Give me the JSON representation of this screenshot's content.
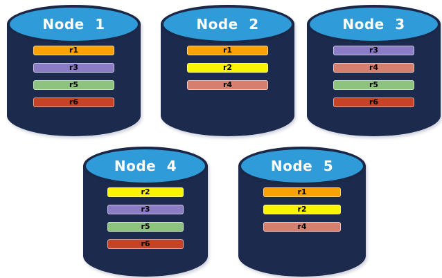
{
  "diagram": {
    "type": "database-cluster-replica-placement",
    "colors": {
      "background": "#FFFFFF",
      "cylinder_body": "#1C2A4D",
      "cylinder_top": "#2F9BD8",
      "cylinder_top_border": "#1A2746",
      "node_title_text": "#FFFFFF",
      "replica_label_text": "#000000"
    },
    "replica_colors": {
      "r1": "#FAA201",
      "r2": "#FAF400",
      "r3": "#8B7CC6",
      "r4": "#D5806F",
      "r5": "#8DC37E",
      "r6": "#C74327"
    },
    "nodes": [
      {
        "label": "Node 1",
        "replicas": [
          "r1",
          "r3",
          "r5",
          "r6"
        ]
      },
      {
        "label": "Node 2",
        "replicas": [
          "r1",
          "r2",
          "r4"
        ]
      },
      {
        "label": "Node 3",
        "replicas": [
          "r3",
          "r4",
          "r5",
          "r6"
        ]
      },
      {
        "label": "Node 4",
        "replicas": [
          "r2",
          "r3",
          "r5",
          "r6"
        ]
      },
      {
        "label": "Node 5",
        "replicas": [
          "r1",
          "r2",
          "r4"
        ]
      }
    ]
  }
}
